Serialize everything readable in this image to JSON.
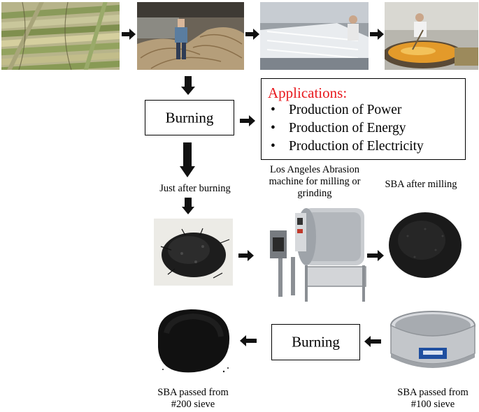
{
  "top_row": {
    "photos": [
      {
        "name": "sugarcane-bundles-photo"
      },
      {
        "name": "worker-with-bagasse-photo"
      },
      {
        "name": "sugar-processing-photo"
      },
      {
        "name": "boiling-juice-photo"
      }
    ]
  },
  "burning_box_1": {
    "label": "Burning"
  },
  "applications": {
    "title": "Applications:",
    "items": [
      "Production of Power",
      "Production of Energy",
      "Production of Electricity"
    ],
    "bullet": "•"
  },
  "captions": {
    "just_after_burning": "Just after burning",
    "la_abrasion": "Los Angeles Abrasion machine for milling  or grinding",
    "sba_after_milling": "SBA after milling",
    "sba_200": "SBA passed from #200 sieve",
    "sba_100": "SBA passed from #100 sieve"
  },
  "burning_box_2": {
    "label": "Burning"
  },
  "colors": {
    "title_red": "#e8191e",
    "arrow": "#111111"
  }
}
